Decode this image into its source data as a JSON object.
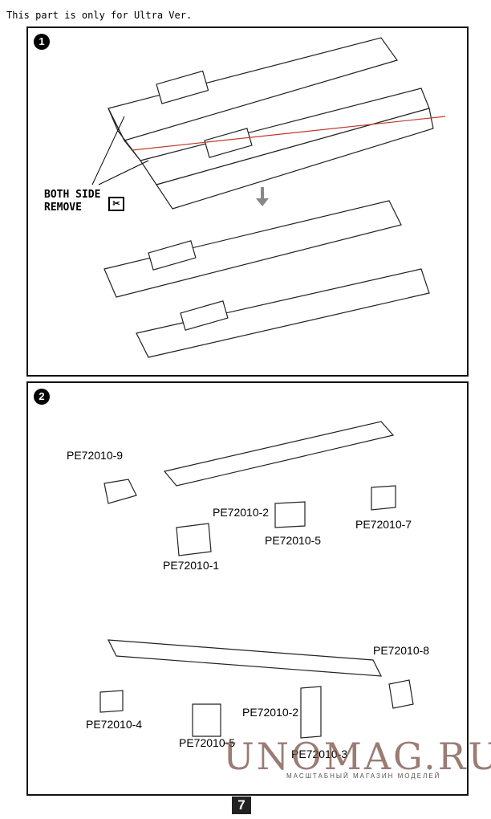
{
  "header_note": "This part is only for Ultra Ver.",
  "step1": {
    "number": "1",
    "instruction_line1": "BOTH SIDE",
    "instruction_line2": "REMOVE"
  },
  "step2": {
    "number": "2",
    "parts": {
      "p9": "PE72010-9",
      "p2a": "PE72010-2",
      "p5a": "PE72010-5",
      "p7": "PE72010-7",
      "p1": "PE72010-1",
      "p8": "PE72010-8",
      "p4": "PE72010-4",
      "p2b": "PE72010-2",
      "p5b": "PE72010-5",
      "p3": "PE72010-3"
    }
  },
  "watermark": {
    "main": "UNOMAG.RU",
    "sub": "МАСШТАБНЫЙ МАГАЗИН МОДЕЛЕЙ"
  },
  "page_number": "7"
}
